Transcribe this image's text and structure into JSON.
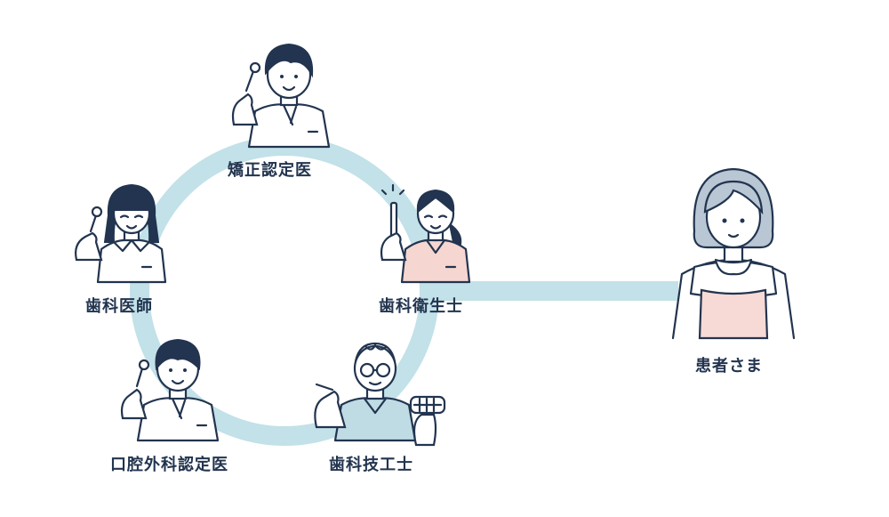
{
  "diagram": {
    "colors": {
      "connector": "#c2e1e8",
      "outline": "#22344f",
      "hair": "#22344f",
      "skin": "#ffffff",
      "uniform": "#ffffff",
      "pink_uniform": "#f5d6d0",
      "teal_uniform": "#bfdbe4",
      "patient_hair": "#b9c6d3",
      "patient_apron": "#f7d9d5"
    },
    "roles": [
      {
        "id": "orthodontist",
        "label": "矯正認定医",
        "icon": "dentist-with-mirror-icon"
      },
      {
        "id": "dentist",
        "label": "歯科医師",
        "icon": "female-dentist-with-mirror-icon"
      },
      {
        "id": "hygienist",
        "label": "歯科衛生士",
        "icon": "hygienist-with-toothbrush-icon"
      },
      {
        "id": "oral-surgeon",
        "label": "口腔外科認定医",
        "icon": "dentist-with-mirror-icon"
      },
      {
        "id": "technician",
        "label": "歯科技工士",
        "icon": "technician-with-denture-icon"
      }
    ],
    "patient": {
      "label": "患者さま",
      "icon": "patient-icon"
    }
  }
}
